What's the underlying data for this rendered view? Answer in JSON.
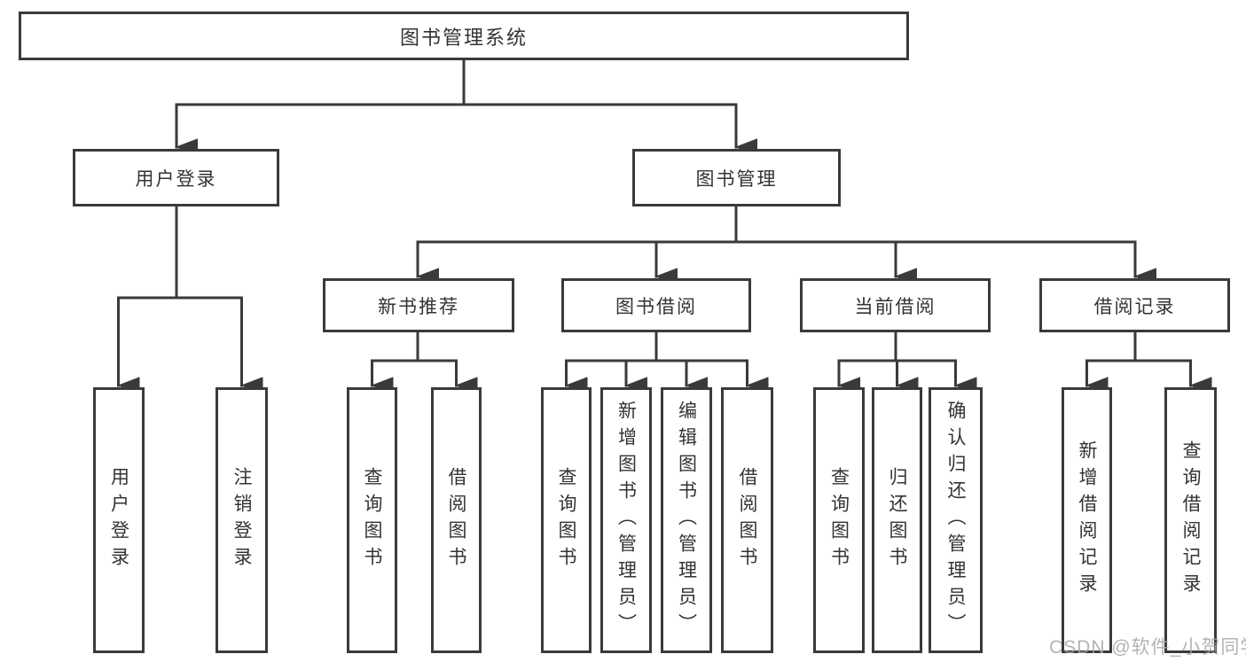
{
  "diagram": {
    "tree": {
      "label": "图书管理系统",
      "children": [
        {
          "label": "用户登录",
          "children": [
            {
              "label": "用户登录"
            },
            {
              "label": "注销登录"
            }
          ]
        },
        {
          "label": "图书管理",
          "children": [
            {
              "label": "新书推荐",
              "children": [
                {
                  "label": "查询图书"
                },
                {
                  "label": "借阅图书"
                }
              ]
            },
            {
              "label": "图书借阅",
              "children": [
                {
                  "label": "查询图书"
                },
                {
                  "label": "新增图书（管理员）"
                },
                {
                  "label": "编辑图书（管理员）"
                },
                {
                  "label": "借阅图书"
                }
              ]
            },
            {
              "label": "当前借阅",
              "children": [
                {
                  "label": "查询图书"
                },
                {
                  "label": "归还图书"
                },
                {
                  "label": "确认归还（管理员）"
                }
              ]
            },
            {
              "label": "借阅记录",
              "children": [
                {
                  "label": "新增借阅记录"
                },
                {
                  "label": "查询借阅记录"
                }
              ]
            }
          ]
        }
      ]
    }
  },
  "watermark": {
    "text": "CSDN @软件_小贺同学"
  },
  "colors": {
    "line": "#3a3a3a",
    "box_border": "#3a3a3a",
    "text": "#333333",
    "background": "#ffffff",
    "watermark": "#a6a6a6"
  }
}
